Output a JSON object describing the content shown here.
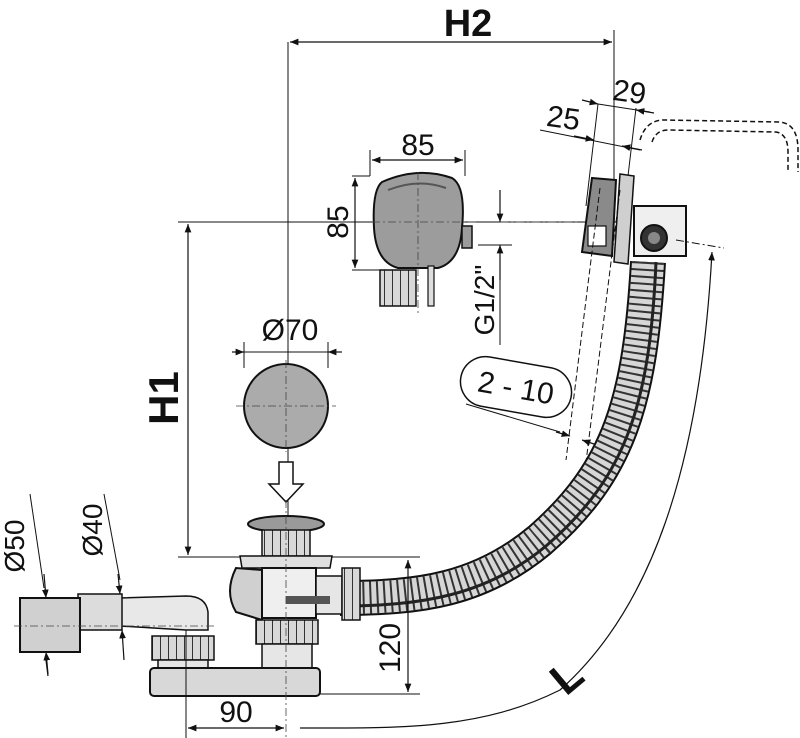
{
  "dimensions": {
    "h2": "H2",
    "h1": "H1",
    "l": "L",
    "d85_width": "85",
    "d85_height": "85",
    "d70": "Ø70",
    "thread": "G1/2\"",
    "d29": "29",
    "d25": "25",
    "range": "2 - 10",
    "d50": "Ø50",
    "d40": "Ø40",
    "d120": "120",
    "d90": "90"
  },
  "colors": {
    "part_fill": "#a9a9a9",
    "part_dark": "#6e6e6e",
    "line": "#111111",
    "light_fill": "#e6e6e6"
  }
}
